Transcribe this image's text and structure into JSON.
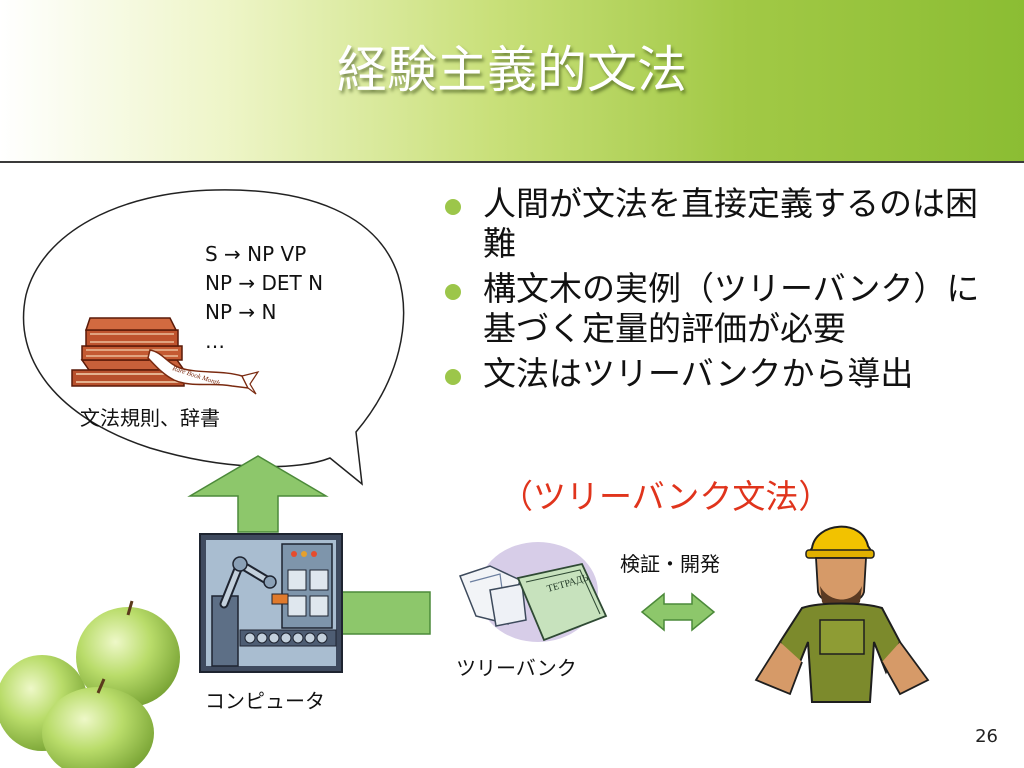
{
  "slide": {
    "title": "経験主義的文法",
    "page_number": "26"
  },
  "bubble": {
    "rules": [
      "S → NP VP",
      "NP → DET N",
      "NP → N",
      "…"
    ],
    "caption": "文法規則、辞書",
    "ribbon_text": "Rare Book Month"
  },
  "bullets": [
    {
      "text": "人間が文法を直接定義するのは困難"
    },
    {
      "text": "構文木の実例（ツリーバンク）に基づく定量的評価が必要"
    },
    {
      "text": "文法はツリーバンクから導出"
    }
  ],
  "highlight": "（ツリーバンク文法）",
  "labels": {
    "computer": "コンピュータ",
    "treebank": "ツリーバンク",
    "verify": "検証・開発",
    "notebook": "ТЕТРАДЬ"
  },
  "colors": {
    "accent_green": "#9cc64a",
    "arrow_fill": "#8dc76b",
    "highlight_red": "#e0341c"
  }
}
